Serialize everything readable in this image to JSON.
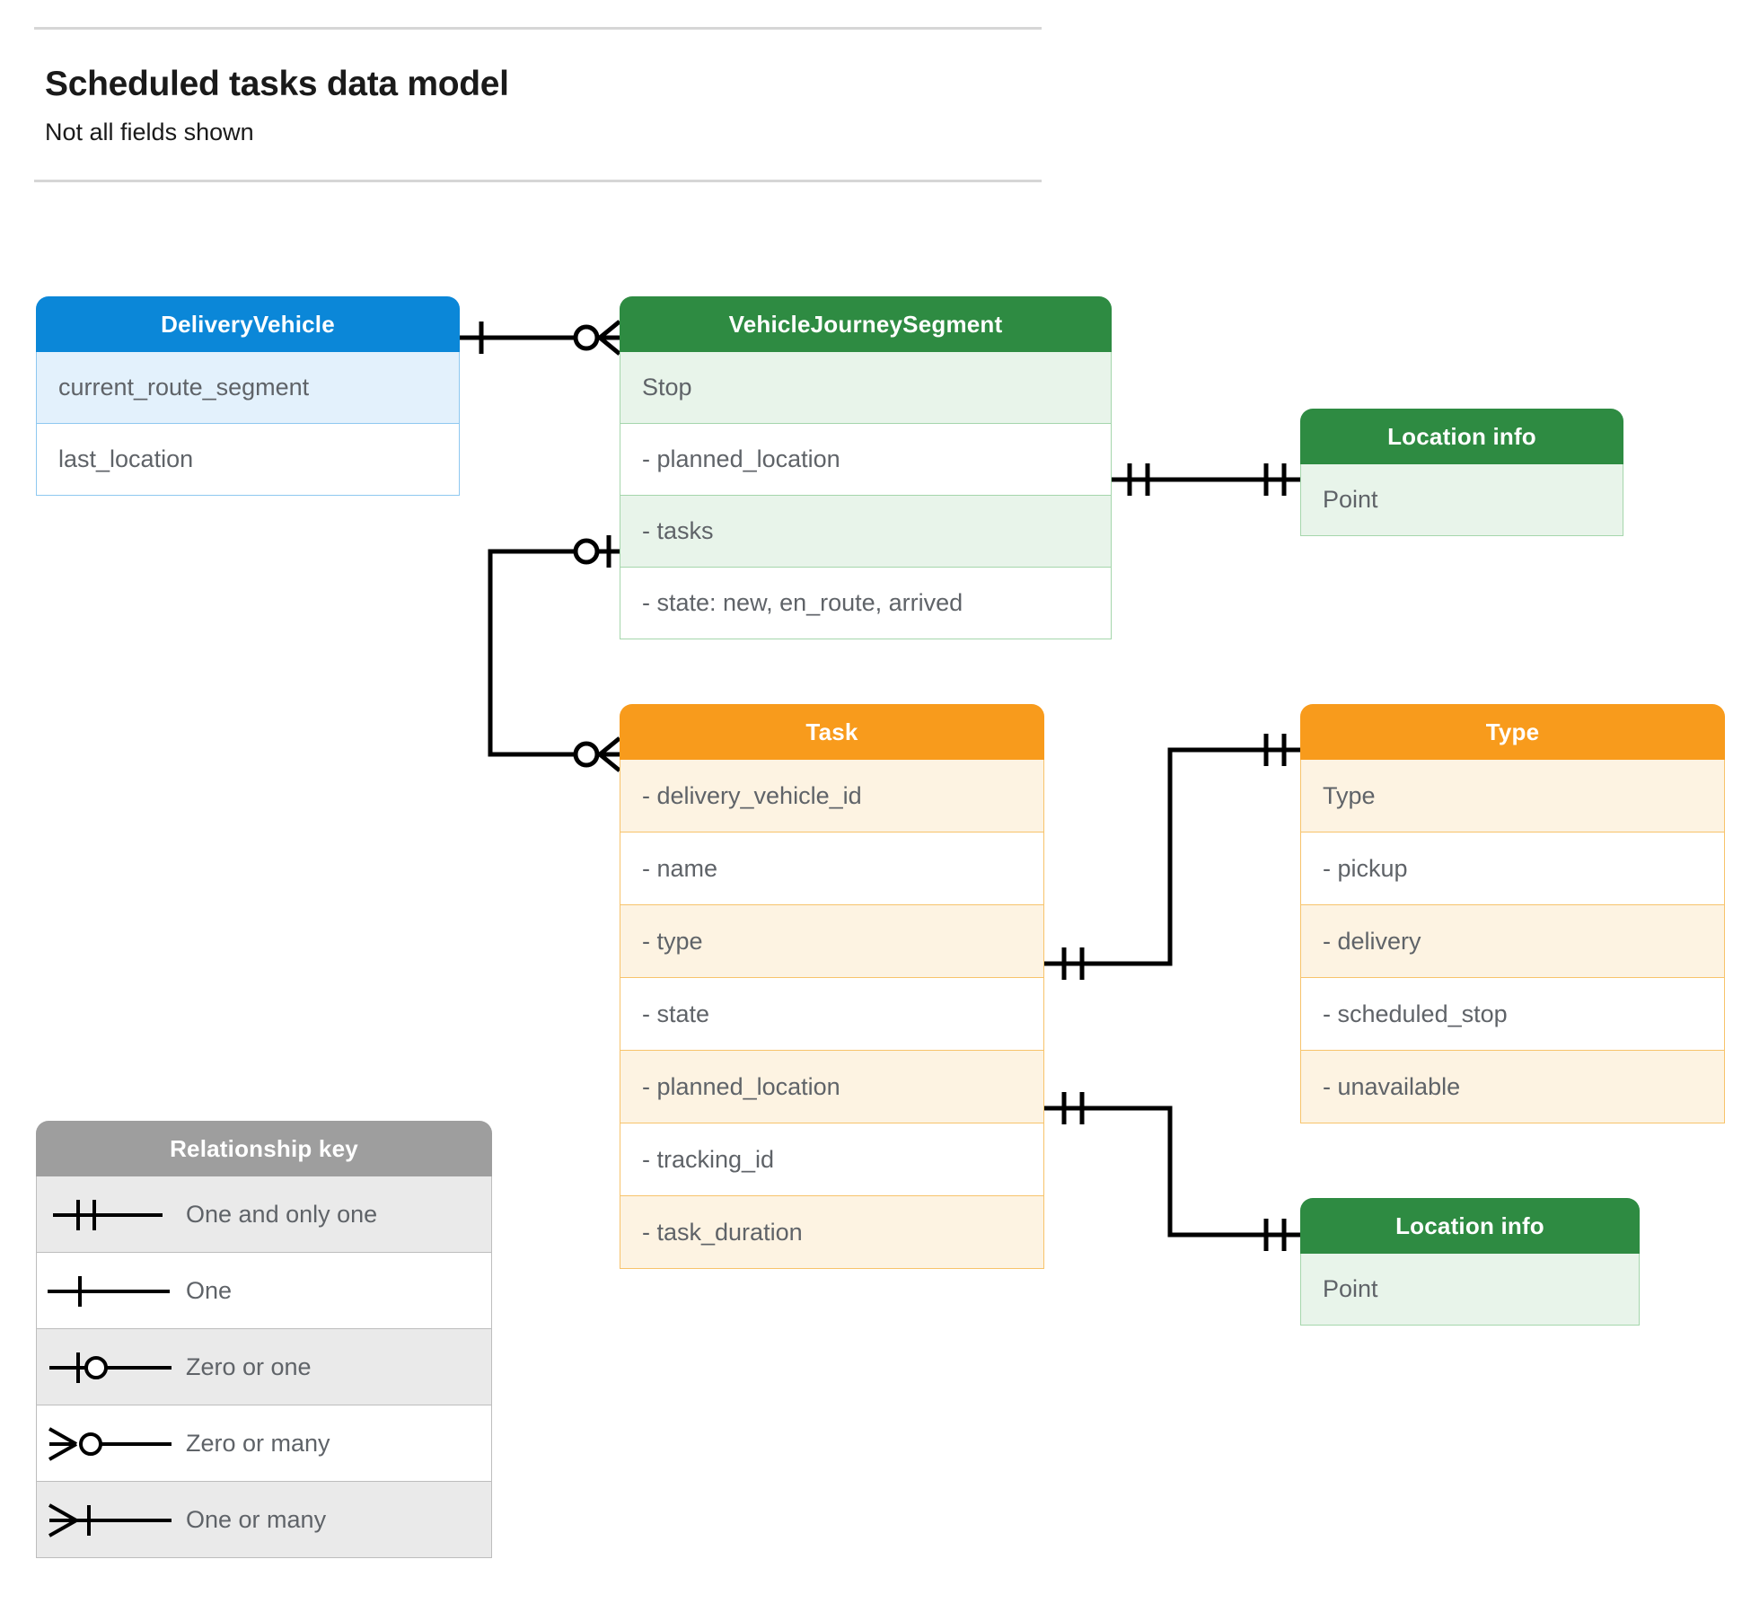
{
  "header": {
    "title": "Scheduled tasks data model",
    "subtitle": "Not all fields shown"
  },
  "entities": {
    "delivery_vehicle": {
      "title": "DeliveryVehicle",
      "color": "#0b87d8",
      "rows": [
        "current_route_segment",
        "last_location"
      ]
    },
    "vehicle_journey_segment": {
      "title": "VehicleJourneySegment",
      "color": "#2e8b42",
      "rows": [
        "Stop",
        "-  planned_location",
        "- tasks",
        "- state: new, en_route, arrived"
      ]
    },
    "location_info_top": {
      "title": "Location info",
      "color": "#2e8b42",
      "rows": [
        "Point"
      ]
    },
    "task": {
      "title": "Task",
      "color": "#f89b1c",
      "rows": [
        "- delivery_vehicle_id",
        "- name",
        "- type",
        "- state",
        "- planned_location",
        "- tracking_id",
        "- task_duration"
      ]
    },
    "type": {
      "title": "Type",
      "color": "#f89b1c",
      "rows": [
        "Type",
        "-   pickup",
        "-   delivery",
        "-   scheduled_stop",
        "-   unavailable"
      ]
    },
    "location_info_bottom": {
      "title": "Location info",
      "color": "#2e8b42",
      "rows": [
        "Point"
      ]
    }
  },
  "legend": {
    "title": "Relationship key",
    "items": [
      {
        "label": "One and only one",
        "glyph": "one-and-only-one"
      },
      {
        "label": "One",
        "glyph": "one"
      },
      {
        "label": "Zero or one",
        "glyph": "zero-or-one"
      },
      {
        "label": "Zero or many",
        "glyph": "zero-or-many"
      },
      {
        "label": "One or many",
        "glyph": "one-or-many"
      }
    ]
  },
  "relationships": [
    {
      "from": "DeliveryVehicle",
      "to": "VehicleJourneySegment",
      "from_card": "one",
      "to_card": "zero-or-many"
    },
    {
      "from": "VehicleJourneySegment.planned_location",
      "to": "Location info",
      "from_card": "one-and-only-one",
      "to_card": "one-and-only-one"
    },
    {
      "from": "VehicleJourneySegment.tasks",
      "to": "Task",
      "from_card": "zero-or-one",
      "to_card": "zero-or-many"
    },
    {
      "from": "Task.type",
      "to": "Type",
      "from_card": "one-and-only-one",
      "to_card": "one-and-only-one"
    },
    {
      "from": "Task.planned_location",
      "to": "Location info",
      "from_card": "one-and-only-one",
      "to_card": "one-and-only-one"
    }
  ]
}
